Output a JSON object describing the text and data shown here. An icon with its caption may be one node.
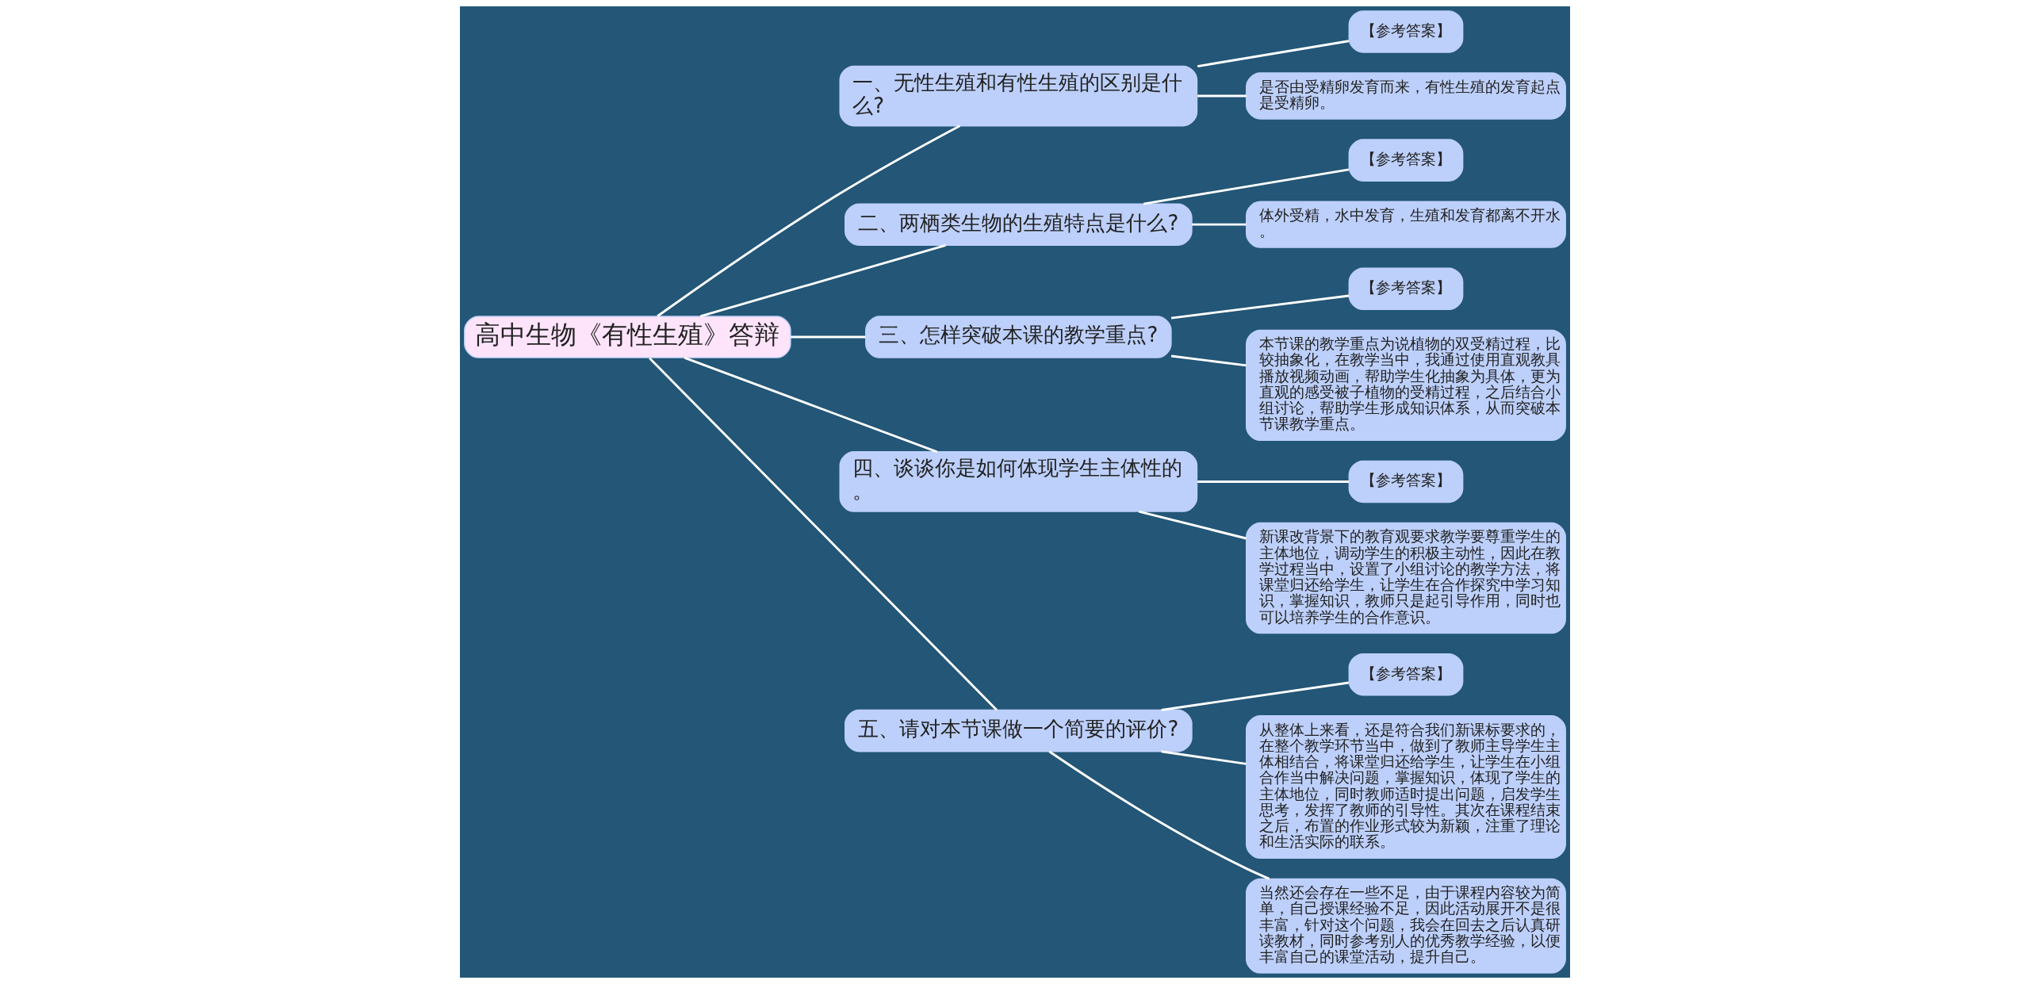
{
  "diagram": {
    "nodes": [
      {
        "text": [
          "高中生物《有性生殖》答辩"
        ]
      },
      {
        "text": [
          "一、无性生殖和有性生殖的区别是什么?"
        ]
      },
      {
        "text": [
          "【参考答案】"
        ]
      },
      {
        "text": [
          "是否由受精卵发育而来，有性生殖的发育起点是受精卵。"
        ]
      },
      {
        "text": [
          "二、两栖类生物的生殖特点是什么?"
        ]
      },
      {
        "text": [
          "【参考答案】"
        ]
      },
      {
        "text": [
          "体外受精，水中发育，生殖和发育都离不开水。"
        ]
      },
      {
        "text": [
          "三、怎样突破本课的教学重点?"
        ]
      },
      {
        "text": [
          "【参考答案】"
        ]
      },
      {
        "text": [
          "本节课的教学重点为说植物的双受精过程，比较抽象化，在教学当中，我通过使用直观教具播放视频动画，帮助学生化抽象为具体，更为直观的感受被子植物的受精过程，之后结合小组讨论，帮助学生形成知识体系，从而突破本节课教学重点。"
        ]
      },
      {
        "text": [
          "四、谈谈你是如何体现学生主体性的。"
        ]
      },
      {
        "text": [
          "【参考答案】"
        ]
      },
      {
        "text": [
          "新课改背景下的教育观要求教学要尊重学生的主体地位，调动学生的积极主动性，因此在教学过程当中，设置了小组讨论的教学方法，将课堂归还给学生，让学生在合作探究中学习知识，掌握知识，教师只是起引导作用，同时也可以培养学生的合作意识。"
        ]
      },
      {
        "text": [
          "五、请对本节课做一个简要的评价?"
        ]
      },
      {
        "text": [
          "【参考答案】"
        ]
      },
      {
        "text": [
          "从整体上来看，还是符合我们新课标要求的，在整个教学环节当中，做到了教师主导学生主体相结合，将课堂归还给学生，让学生在小组合作当中解决问题，掌握知识，体现了学生的主体地位，同时教师适时提出问题，启发学生思考，发挥了教师的引导性。其次在课程结束之后，布置的作业形式较为新颖，注重了理论和生活实际的联系。"
        ]
      },
      {
        "text": [
          "当然还会存在一些不足，由于课程内容较为简单，自己授课经验不足，因此活动展开不是很丰富，针对这个问题，我会在回去之后认真研读教材，同时参考别人的优秀教学经验，以便丰富自己的课堂活动，提升自己。"
        ]
      }
    ],
    "edges": [
      {
        "from": 0,
        "to": 1,
        "arrow": "none"
      },
      {
        "from": 1,
        "to": 2,
        "arrow": "none"
      },
      {
        "from": 1,
        "to": 3,
        "arrow": "none"
      },
      {
        "from": 0,
        "to": 4,
        "arrow": "none"
      },
      {
        "from": 4,
        "to": 5,
        "arrow": "none"
      },
      {
        "from": 4,
        "to": 6,
        "arrow": "none"
      },
      {
        "from": 0,
        "to": 7,
        "arrow": "none"
      },
      {
        "from": 7,
        "to": 8,
        "arrow": "none"
      },
      {
        "from": 7,
        "to": 9,
        "arrow": "none"
      },
      {
        "from": 0,
        "to": 10,
        "arrow": "none"
      },
      {
        "from": 10,
        "to": 11,
        "arrow": "none"
      },
      {
        "from": 10,
        "to": 12,
        "arrow": "none"
      },
      {
        "from": 0,
        "to": 13,
        "arrow": "none"
      },
      {
        "from": 13,
        "to": 14,
        "arrow": "none"
      },
      {
        "from": 13,
        "to": 15,
        "arrow": "none"
      },
      {
        "from": 13,
        "to": 16,
        "arrow": "none"
      }
    ]
  }
}
